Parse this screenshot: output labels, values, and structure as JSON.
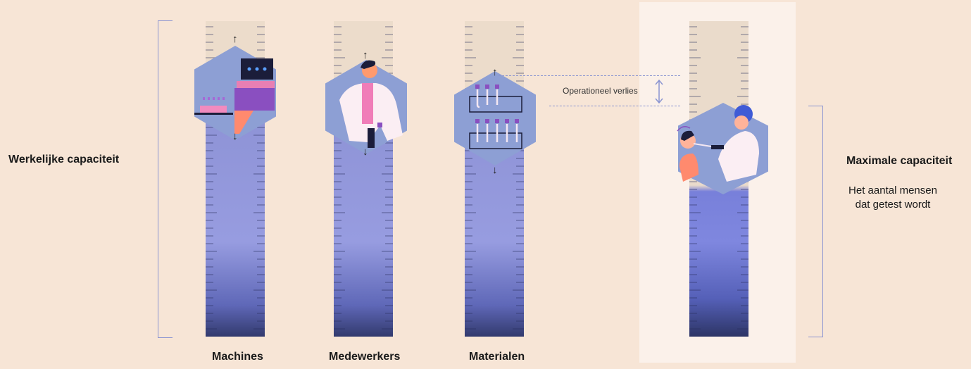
{
  "left_label": "Werkelijke capaciteit",
  "right_label": "Maximale capaciteit",
  "right_sublabel_line1": "Het aantal mensen",
  "right_sublabel_line2": "dat getest wordt",
  "annotation": "Operationeel verlies",
  "columns": [
    {
      "label": "Machines",
      "icon": "lab-machine-icon"
    },
    {
      "label": "Medewerkers",
      "icon": "lab-worker-icon"
    },
    {
      "label": "Materialen",
      "icon": "test-tubes-icon"
    },
    {
      "label": "",
      "icon": "nasal-swab-test-icon"
    }
  ],
  "colors": {
    "background": "#f7e5d6",
    "accent": "#8a94d1",
    "column_fill": "#979ce0",
    "column_dark": "#333a6e",
    "hexagon": "#8d9fd4"
  }
}
